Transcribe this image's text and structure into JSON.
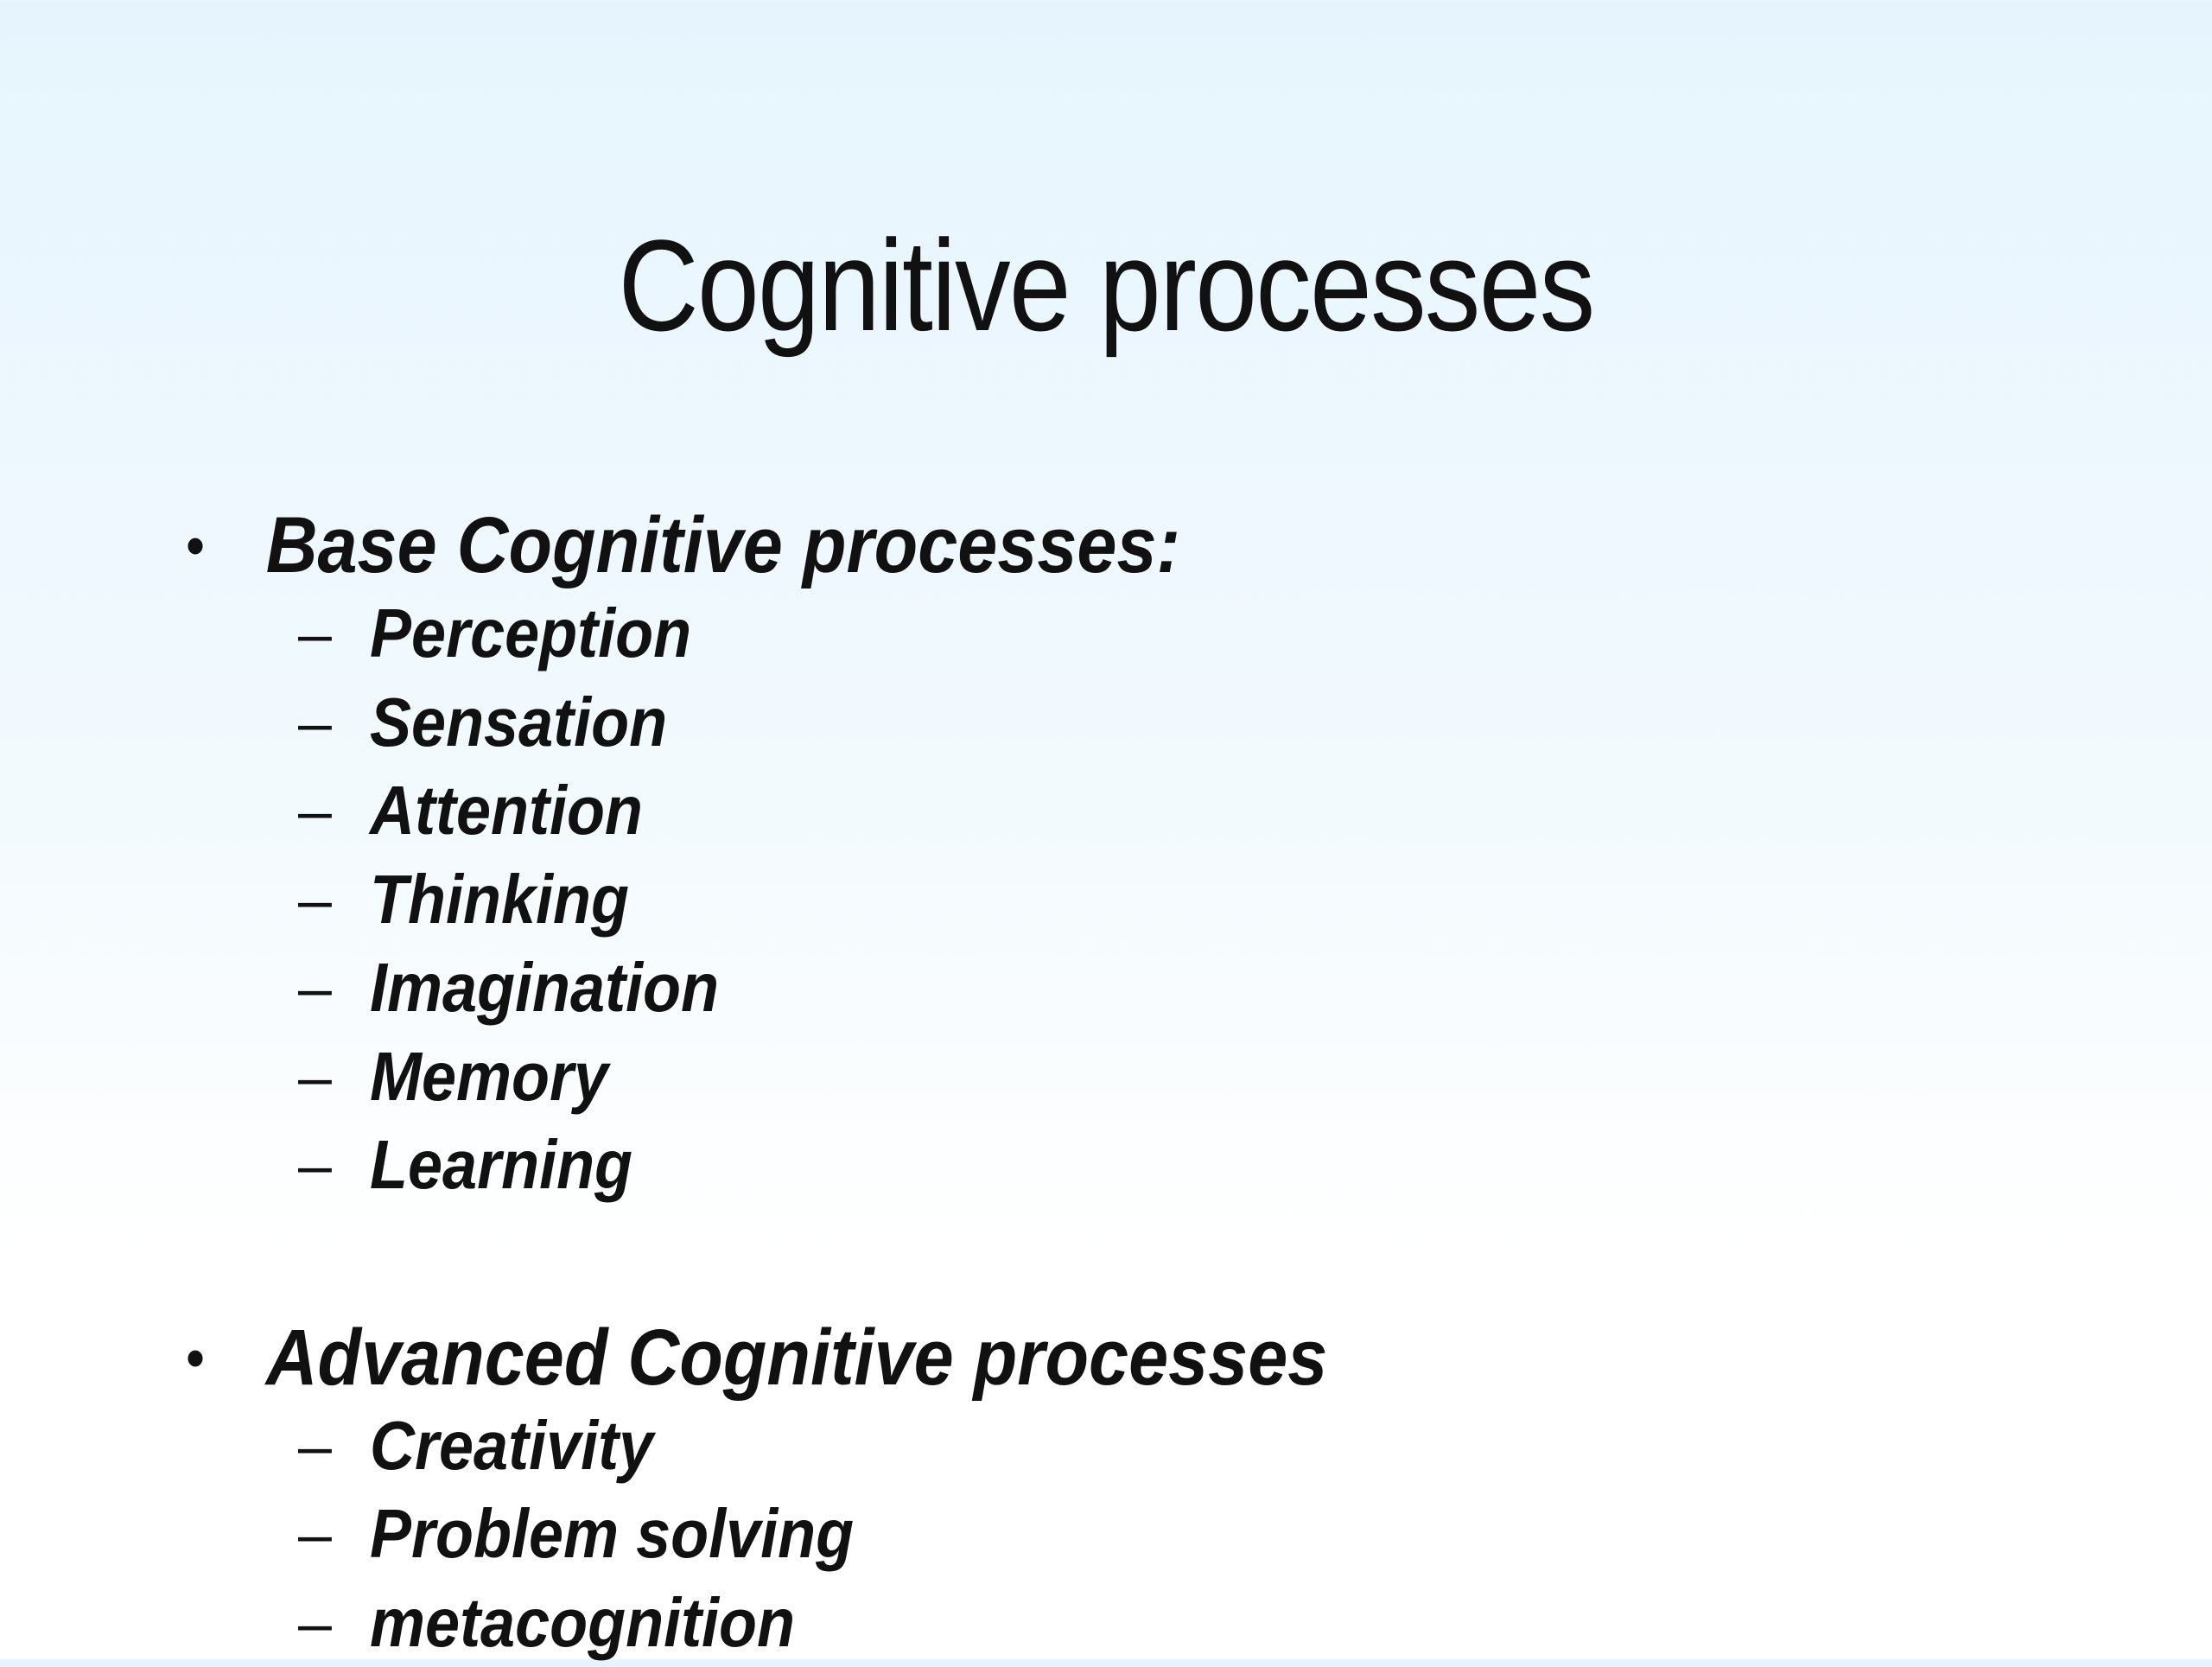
{
  "slide": {
    "title": "Cognitive processes",
    "sections": [
      {
        "heading": "Base Cognitive processes:",
        "items": [
          "Perception",
          "Sensation",
          "Attention",
          "Thinking",
          "Imagination",
          "Memory",
          "Learning"
        ]
      },
      {
        "heading": "Advanced Cognitive processes",
        "items": [
          "Creativity",
          "Problem solving",
          "metacognition"
        ]
      }
    ],
    "bullet_glyph": "•",
    "dash_glyph": "–"
  }
}
